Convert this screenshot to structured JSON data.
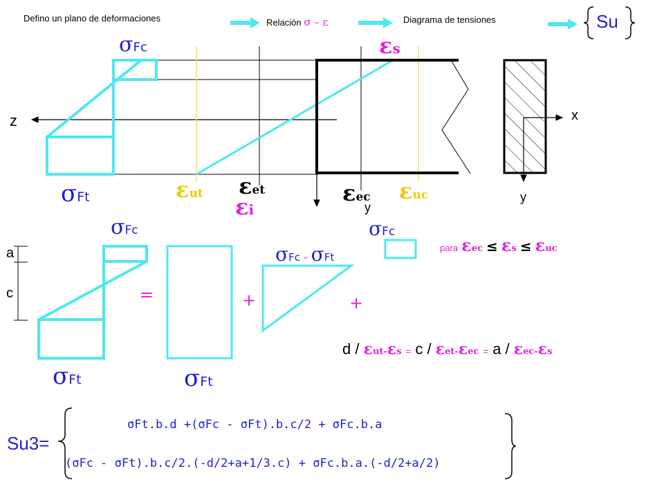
{
  "header": {
    "step1": "Defino un plano de deformaciones",
    "step2": "Relación",
    "step2_symbol": "σ – ε",
    "step3": "Diagrama de tensiones",
    "result": "Su"
  },
  "top": {
    "sigma_fc": "Fc",
    "sigma_ft": "Ft",
    "eps_s": "s",
    "eps_ut": "ut",
    "eps_et": "et",
    "eps_i": "i",
    "eps_ec": "ec",
    "eps_uc": "uc",
    "axis_z": "z",
    "axis_y": "y",
    "axis_x": "x",
    "axis_y2": "y"
  },
  "middle": {
    "sigma_fc": "Fc",
    "sigma_ft": "Ft",
    "sigma_ft2": "Ft",
    "diff_a": "Fc",
    "diff_minus": "-",
    "diff_b": "Ft",
    "sigma_fc3": "Fc",
    "label_a": "a",
    "label_c": "c",
    "equals": "=",
    "plus1": "+",
    "plus2": "+",
    "condition_para": "para",
    "condition_ec": "ec",
    "condition_le1": "≤",
    "condition_s": "s",
    "condition_le2": "≤",
    "condition_uc": "uc"
  },
  "relation": {
    "d": "d /",
    "ut_s": "ut-",
    "s1": "s",
    "eq1": "=",
    "c": "c /",
    "et_ec": "et-",
    "ec1": "ec",
    "eq2": "=",
    "a": "a /",
    "ec_s": "ec-",
    "s2": "s"
  },
  "formula": {
    "lhs": "Su3=",
    "line1": "σFt.b.d +(σFc - σFt).b.c/2 + σFc.b.a",
    "line2": "(σFc - σFt).b.c/2.(-d/2+a+1/3.c) + σFc.b.a.(-d/2+a/2)"
  },
  "colors": {
    "cyan": "#4de8f0",
    "blue": "#1f1fd0",
    "gold": "#f5c800",
    "magenta": "#e020e0",
    "yellow_line": "#f0e060"
  }
}
